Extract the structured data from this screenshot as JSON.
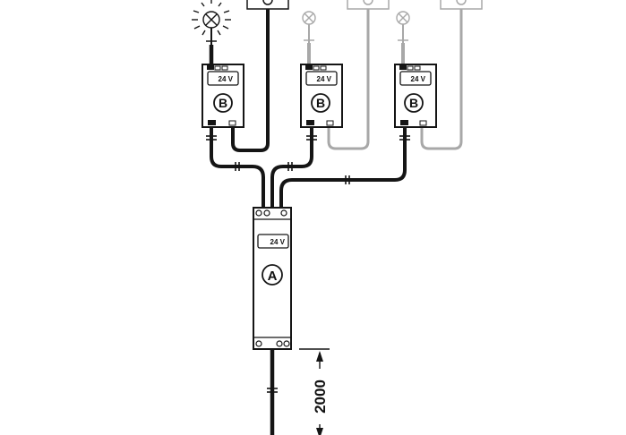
{
  "units": {
    "b1": {
      "voltage": "24 V",
      "letter": "B"
    },
    "b2": {
      "voltage": "24 V",
      "letter": "B"
    },
    "b3": {
      "voltage": "24 V",
      "letter": "B"
    },
    "a": {
      "voltage": "24 V",
      "letter": "A"
    }
  },
  "dimension": {
    "length": "2000"
  },
  "colors": {
    "active": "#151515",
    "inactive": "#a8a8a8"
  },
  "lamps": {
    "b1": "lit",
    "b2": "off",
    "b3": "off"
  }
}
